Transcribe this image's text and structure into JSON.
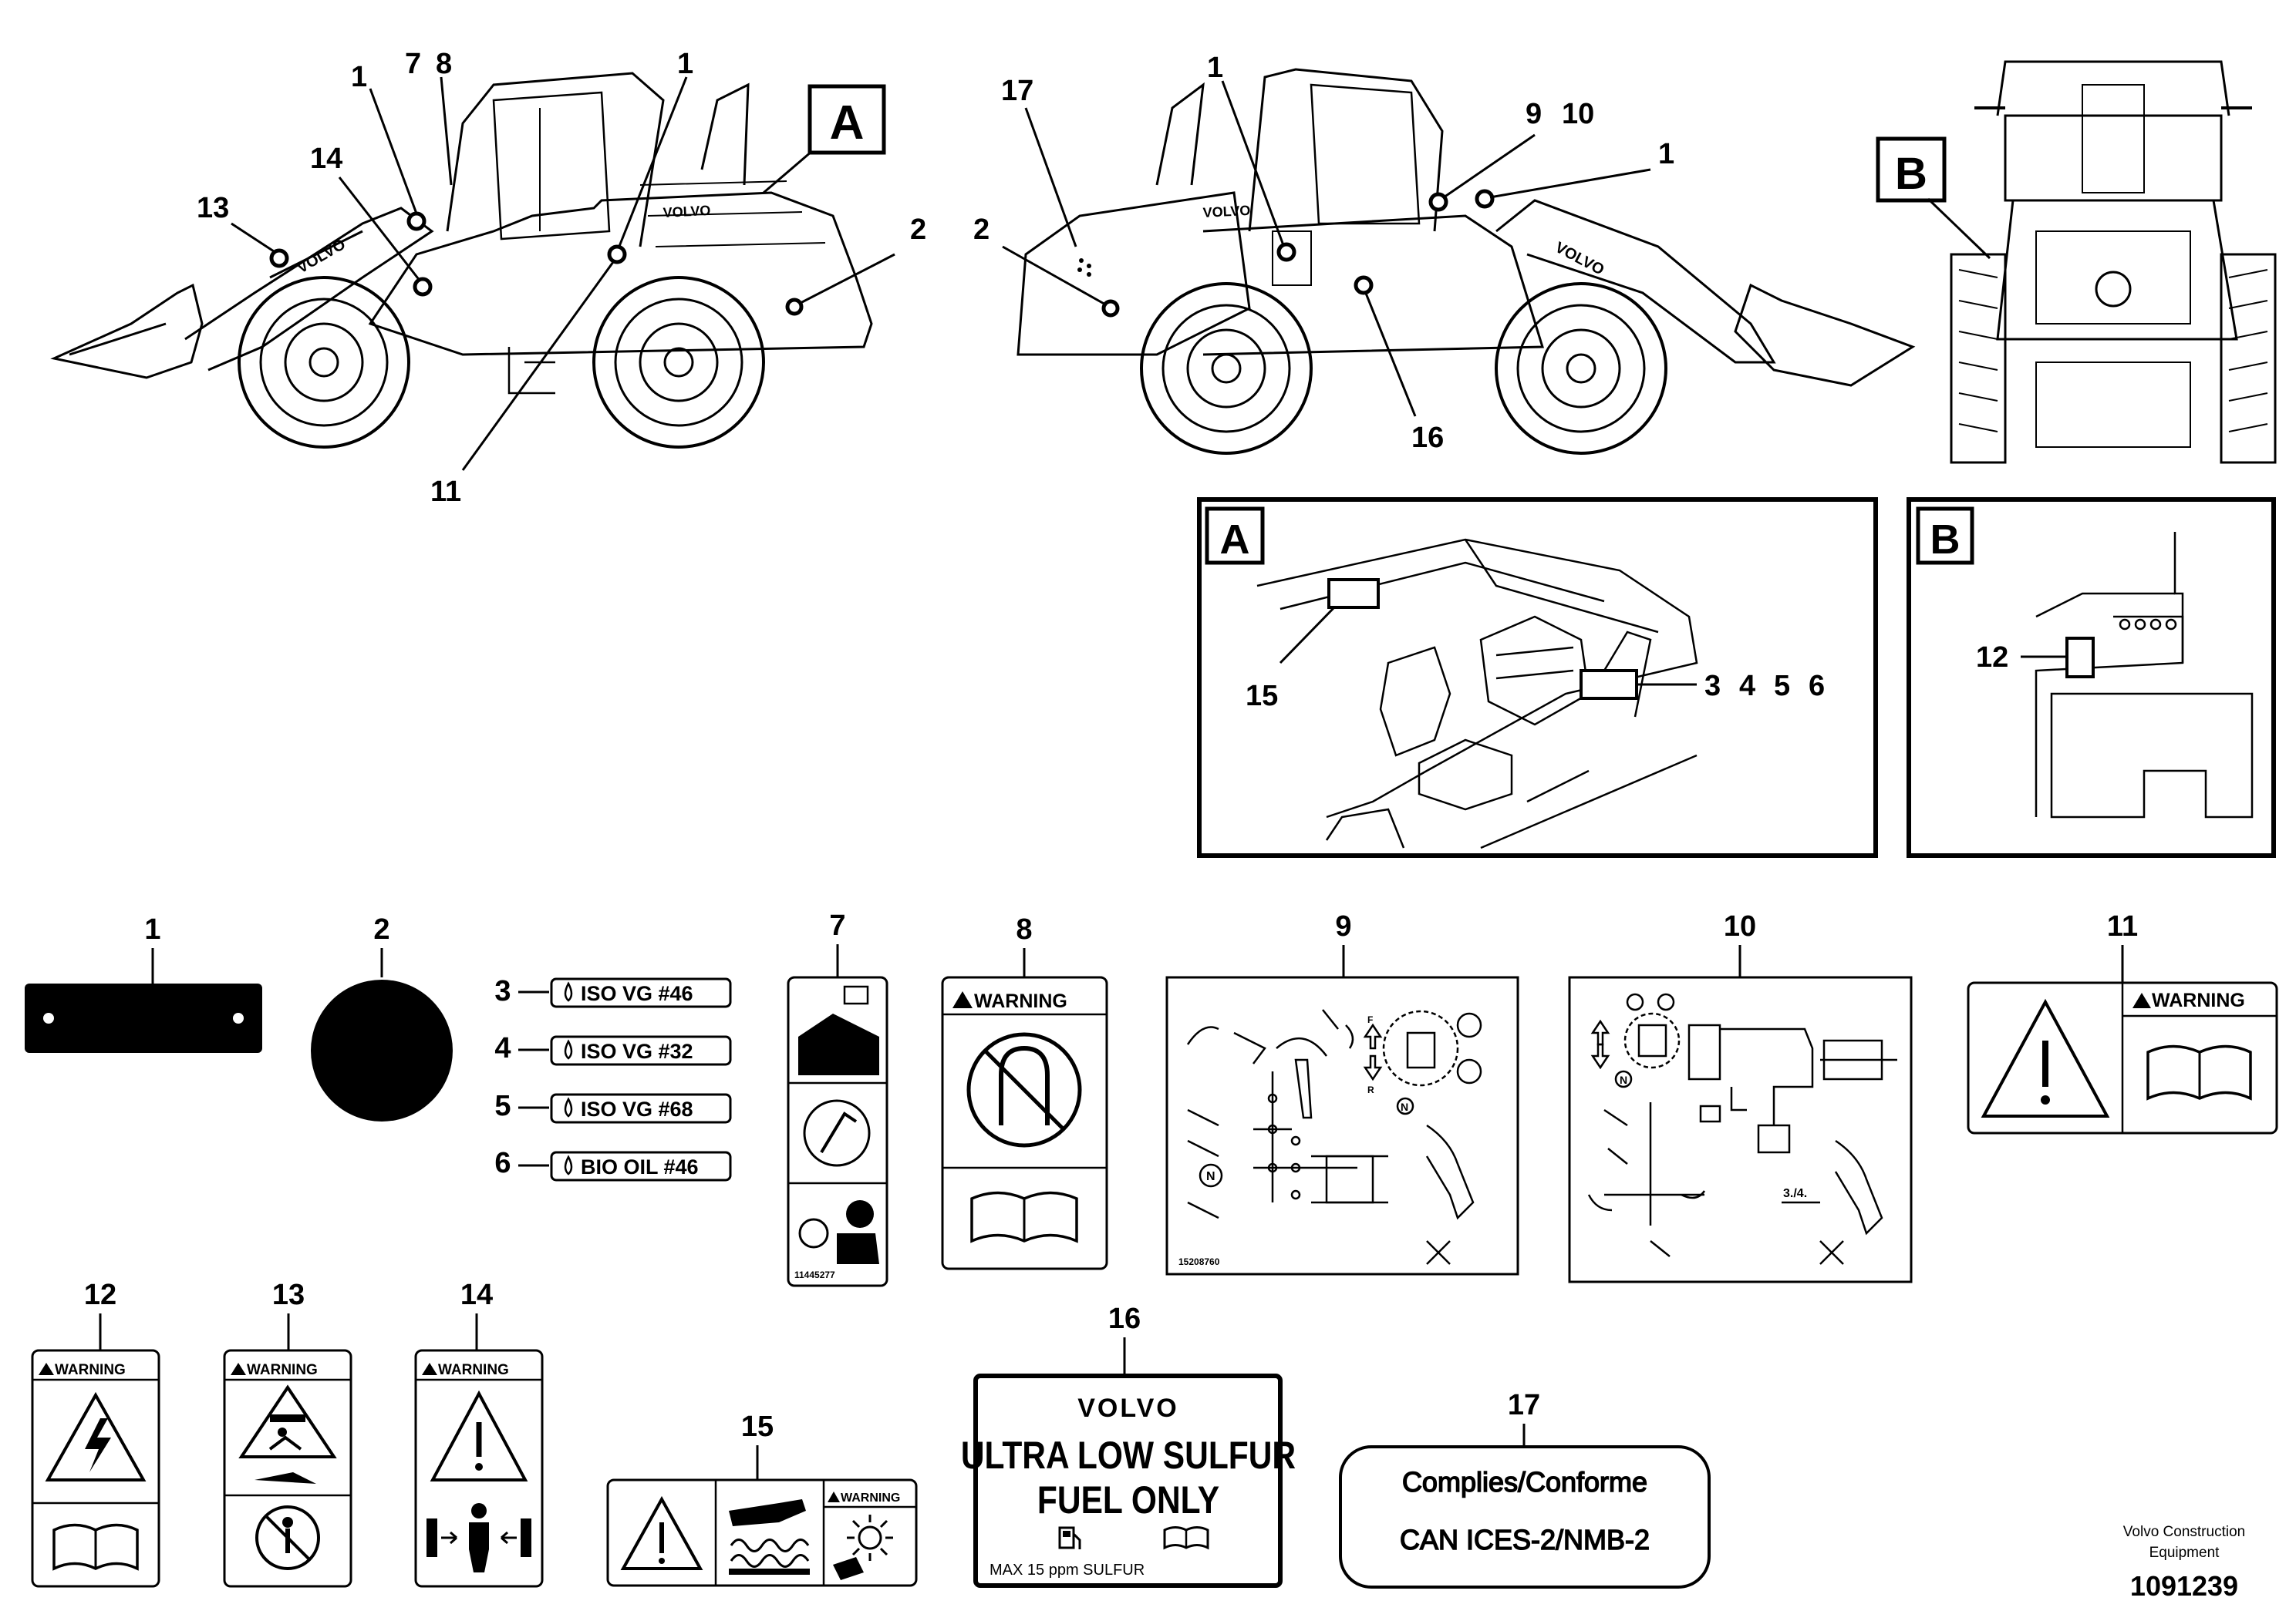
{
  "figure": {
    "type": "parts-label-diagram",
    "views": {
      "left_view_callouts": [
        "1",
        "7",
        "8",
        "1",
        "14",
        "13",
        "11",
        "2"
      ],
      "right_view_callouts": [
        "17",
        "2",
        "1",
        "9",
        "10",
        "1",
        "16"
      ],
      "rear_view_marker": "B",
      "left_view_marker": "A"
    },
    "detail_A": {
      "marker": "A",
      "callouts": [
        "15",
        "3",
        "4",
        "5",
        "6"
      ]
    },
    "detail_B": {
      "marker": "B",
      "callouts": [
        "12"
      ]
    }
  },
  "labels": {
    "n1": "1",
    "n2": "2",
    "n3": "3",
    "n4": "4",
    "n5": "5",
    "n6": "6",
    "n7": "7",
    "n8": "8",
    "n9": "9",
    "n10": "10",
    "n11": "11",
    "n12": "12",
    "n13": "13",
    "n14": "14",
    "n15": "15",
    "n16": "16",
    "n17": "17"
  },
  "decals": {
    "iso3": "ISO VG #46",
    "iso4": "ISO VG #32",
    "iso5": "ISO VG #68",
    "iso6": "BIO OIL #46",
    "warning": "WARNING",
    "part7_code": "11445277",
    "part9_code": "15208760",
    "part9_f": "F",
    "part9_r": "R",
    "part9_n": "N",
    "part10_step": "3./4.",
    "brand": "VOLVO",
    "fuel_line1": "ULTRA LOW SULFUR",
    "fuel_line2": "FUEL ONLY",
    "fuel_small": "MAX 15 ppm SULFUR",
    "comply_line1": "Complies/Conforme",
    "comply_line2": "CAN ICES-2/NMB-2"
  },
  "footer": {
    "company_line1": "Volvo Construction",
    "company_line2": "Equipment",
    "doc_number": "1091239"
  }
}
